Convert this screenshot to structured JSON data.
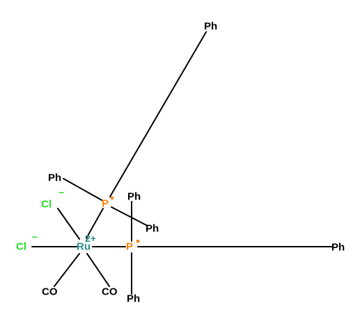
{
  "molecule": {
    "colors": {
      "metal": "#2b8c8c",
      "phosphorus": "#ff8000",
      "chlorine": "#22e022",
      "default": "#000000"
    },
    "metal": {
      "symbol": "Ru",
      "charge": "2+"
    },
    "chloride_1": {
      "symbol": "Cl",
      "charge": "−"
    },
    "chloride_2": {
      "symbol": "Cl",
      "charge": "−"
    },
    "carbonyl_1": "CO",
    "carbonyl_2": "CO",
    "phosphine_1": {
      "symbol": "P",
      "radical": true,
      "substituents": [
        "Ph",
        "Ph",
        "Ph"
      ]
    },
    "phosphine_2": {
      "symbol": "P",
      "radical": true,
      "substituents": [
        "Ph",
        "Ph",
        "Ph"
      ]
    }
  }
}
